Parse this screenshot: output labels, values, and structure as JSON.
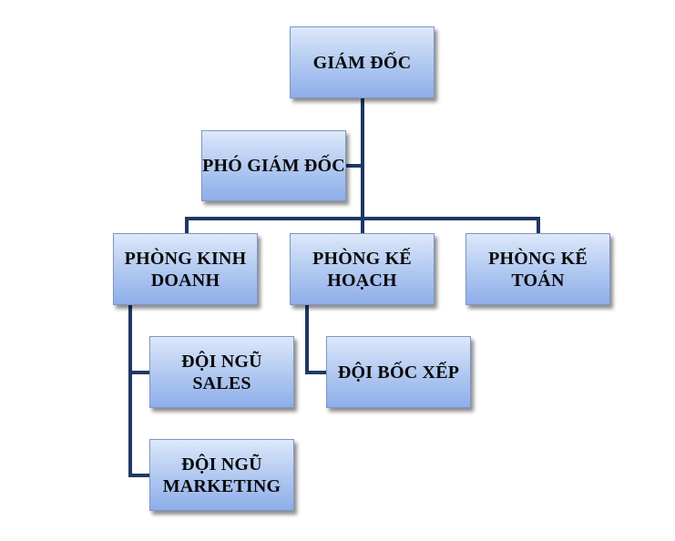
{
  "nodes": {
    "director": "GIÁM ĐỐC",
    "vice_director": "PHÓ GIÁM ĐỐC",
    "sales_dept": "PHÒNG KINH DOANH",
    "planning_dept": "PHÒNG KẾ HOẠCH",
    "accounting_dept": "PHÒNG KẾ TOÁN",
    "sales_team": "ĐỘI NGŨ SALES",
    "marketing_team": "ĐỘI NGŨ MARKETING",
    "loading_team": "ĐỘI BỐC XẾP"
  },
  "colors": {
    "connector": "#1f3864",
    "box_top": "#dde8fa",
    "box_bottom": "#8eaeea",
    "box_border": "#7f96c0",
    "text": "#0a0a0a"
  }
}
